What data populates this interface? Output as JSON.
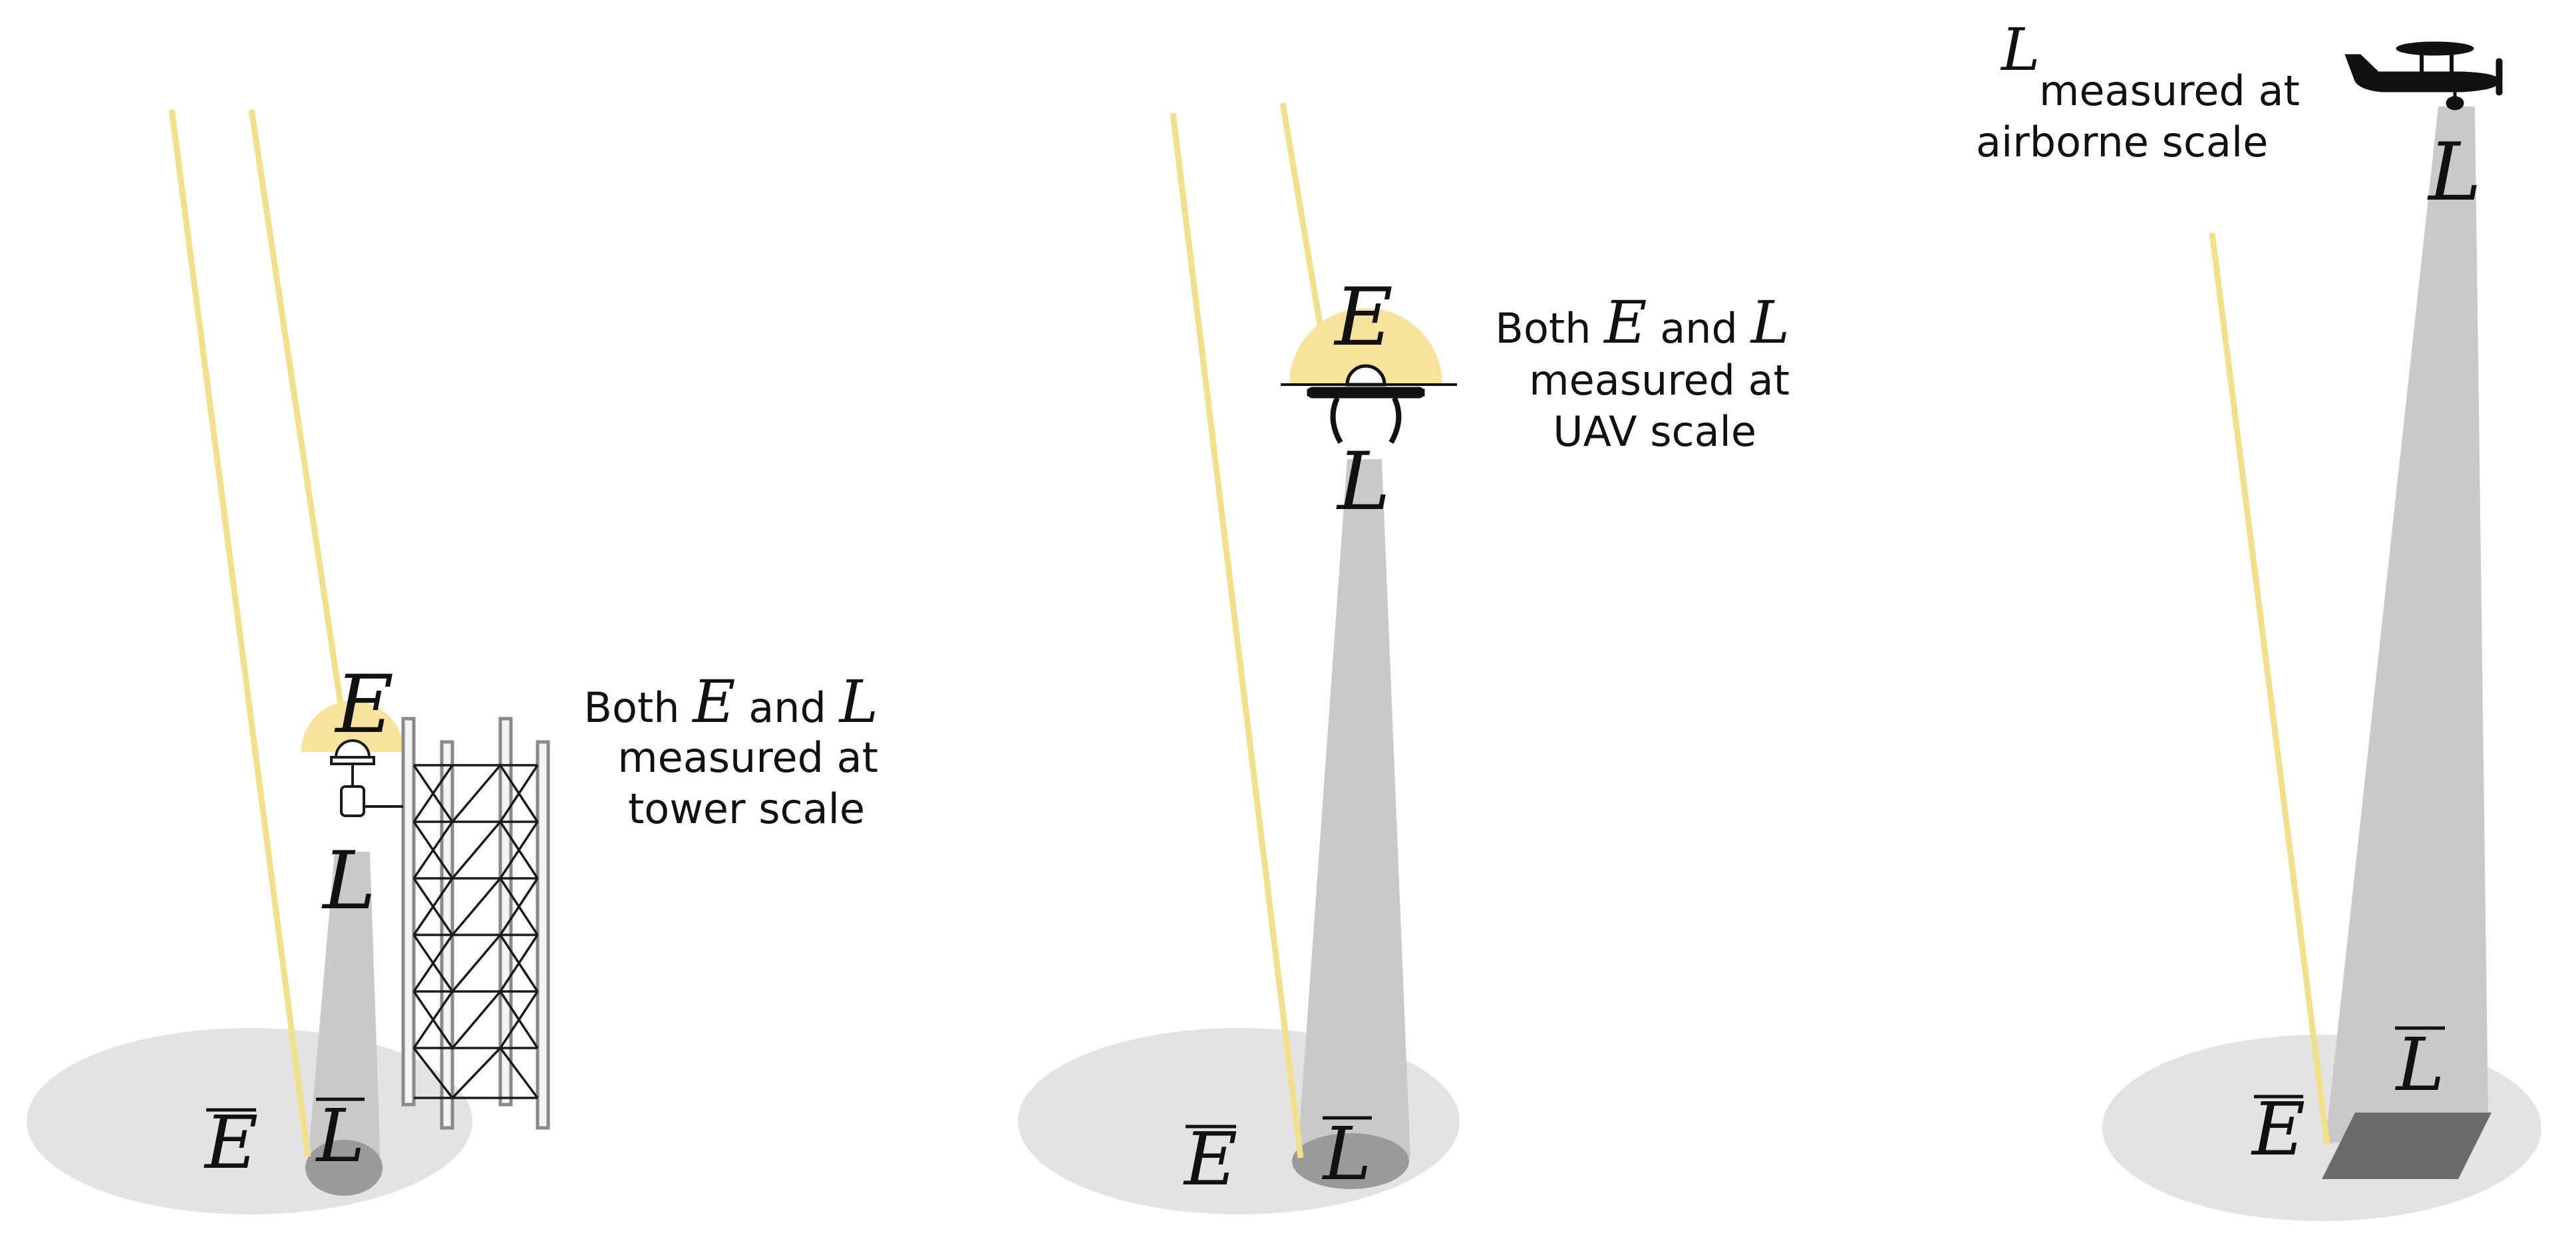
{
  "colors": {
    "sun_ray": "#f2e08a",
    "sun_dome": "#f7e39b",
    "beam": "#c9c9c9",
    "ground": "#e3e3e3",
    "footprint": "#9a9a9a",
    "airborne_footprint": "#6b6b6b",
    "ink": "#111111",
    "tower": "#8a8a8a"
  },
  "panels": [
    {
      "id": "tower",
      "symbols": {
        "irradiance": "E",
        "radiance": "L",
        "ground_irradiance": "E",
        "ground_radiance": "L"
      },
      "caption": {
        "prefix": "Both",
        "e": "E",
        "and": "and",
        "l": "L",
        "line2": "measured at",
        "line3": "tower scale"
      }
    },
    {
      "id": "uav",
      "symbols": {
        "irradiance": "E",
        "radiance": "L",
        "ground_irradiance": "E",
        "ground_radiance": "L"
      },
      "caption": {
        "prefix": "Both",
        "e": "E",
        "and": "and",
        "l": "L",
        "line2": "measured at",
        "line3": "UAV scale"
      }
    },
    {
      "id": "airborne",
      "symbols": {
        "radiance": "L",
        "ground_irradiance": "E",
        "ground_radiance": "L"
      },
      "caption": {
        "l": "L",
        "line1": "measured at",
        "line2": "airborne scale"
      }
    }
  ]
}
